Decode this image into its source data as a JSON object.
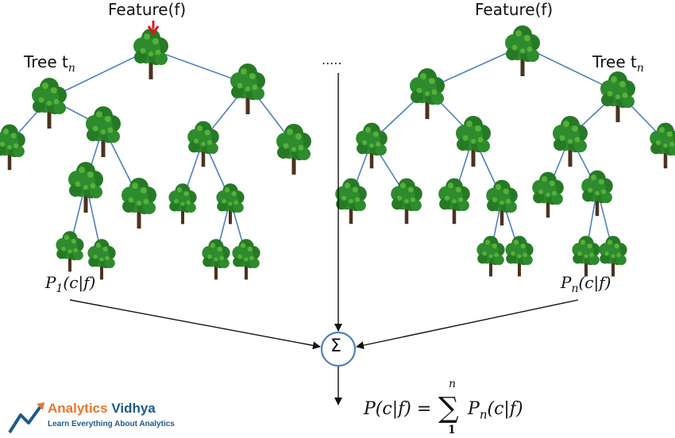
{
  "labels": {
    "feature_left": "Feature(f)",
    "feature_right": "Feature(f)",
    "tree_left": "Tree t",
    "tree_left_sub": "n",
    "tree_right": "Tree t",
    "tree_right_sub": "n",
    "prob_left": "P",
    "prob_left_sub": "1",
    "prob_left_tail": "(c|f)",
    "prob_right": "P",
    "prob_right_sub": "n",
    "prob_right_tail": "(c|f)",
    "ellipsis": ".....",
    "sum_symbol": "Σ",
    "formula_lhs": "P(c|f) = ",
    "formula_sum": "∑",
    "formula_top": "n",
    "formula_bottom": "1",
    "formula_rhs_p": "P",
    "formula_rhs_sub": "n",
    "formula_rhs_tail": "(c|f)"
  },
  "logo": {
    "word1": "Analytics",
    "word2": "Vidhya",
    "tagline": "Learn Everything About Analytics"
  },
  "colors": {
    "edge": "#4f7fbf",
    "arrow": "#111111",
    "feature_arrow": "#e0161b",
    "circle": "#4f7fbf",
    "foliage": "#2e8b2e",
    "foliage_light": "#5cb83a",
    "trunk": "#4a3320"
  }
}
